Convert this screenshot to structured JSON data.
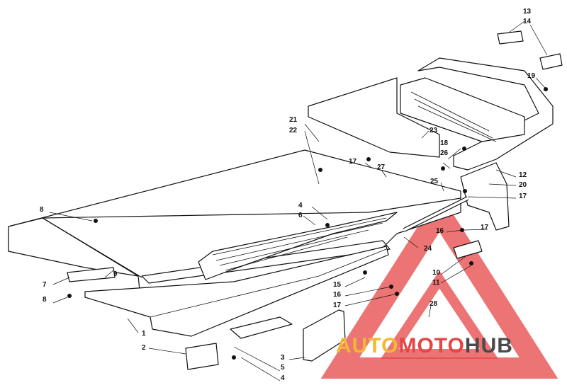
{
  "labels": [
    {
      "id": "l13",
      "text": "13"
    },
    {
      "id": "l14",
      "text": "14"
    },
    {
      "id": "l19",
      "text": "19"
    },
    {
      "id": "l21",
      "text": "21"
    },
    {
      "id": "l22",
      "text": "22"
    },
    {
      "id": "l23",
      "text": "23"
    },
    {
      "id": "l18",
      "text": "18"
    },
    {
      "id": "l26",
      "text": "26"
    },
    {
      "id": "l17a",
      "text": "17"
    },
    {
      "id": "l27",
      "text": "27"
    },
    {
      "id": "l25",
      "text": "25"
    },
    {
      "id": "l12",
      "text": "12"
    },
    {
      "id": "l20",
      "text": "20"
    },
    {
      "id": "l17b",
      "text": "17"
    },
    {
      "id": "l8a",
      "text": "8"
    },
    {
      "id": "l4a",
      "text": "4"
    },
    {
      "id": "l6",
      "text": "6"
    },
    {
      "id": "l16a",
      "text": "16"
    },
    {
      "id": "l17c",
      "text": "17"
    },
    {
      "id": "l24",
      "text": "24"
    },
    {
      "id": "l10",
      "text": "10"
    },
    {
      "id": "l11",
      "text": "11"
    },
    {
      "id": "l9",
      "text": "9"
    },
    {
      "id": "l7",
      "text": "7"
    },
    {
      "id": "l8b",
      "text": "8"
    },
    {
      "id": "l15",
      "text": "15"
    },
    {
      "id": "l16b",
      "text": "16"
    },
    {
      "id": "l17d",
      "text": "17"
    },
    {
      "id": "l28",
      "text": "28"
    },
    {
      "id": "l1",
      "text": "1"
    },
    {
      "id": "l2",
      "text": "2"
    },
    {
      "id": "l3",
      "text": "3"
    },
    {
      "id": "l5",
      "text": "5"
    },
    {
      "id": "l4b",
      "text": "4"
    }
  ],
  "watermark": {
    "part1": "AUTO",
    "part2": "MOTO",
    "part3": "HUB"
  },
  "colors": {
    "line": "#111111",
    "watermark_red": "#e64545",
    "watermark_yellow": "#f3b733",
    "watermark_gray": "#4a4a4a"
  }
}
